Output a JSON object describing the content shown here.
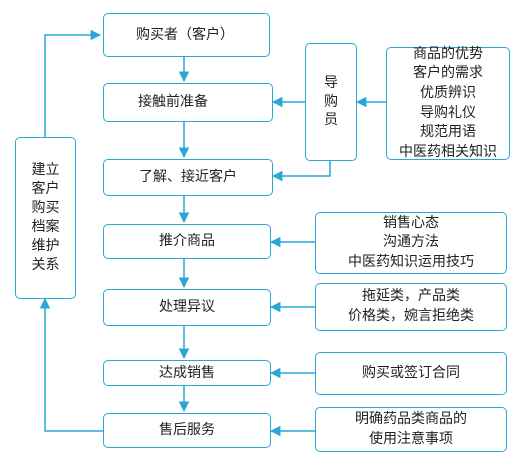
{
  "flow_steps": [
    {
      "id": "buyer",
      "label": "购买者（客户）"
    },
    {
      "id": "prep",
      "label": "接触前准备"
    },
    {
      "id": "approach",
      "label": "了解、接近客户"
    },
    {
      "id": "recommend",
      "label": "推介商品"
    },
    {
      "id": "objection",
      "label": "处理异议"
    },
    {
      "id": "close",
      "label": "达成销售"
    },
    {
      "id": "aftersale",
      "label": "售后服务"
    }
  ],
  "guide": {
    "chars": [
      "导",
      "购",
      "员"
    ]
  },
  "left_loop": {
    "chars": [
      "建立",
      "客户",
      "购买",
      "档案",
      "维护",
      "关系"
    ]
  },
  "guide_skills": {
    "lines": [
      "商品的优势",
      "客户的需求",
      "优质辨识",
      "导购礼仪",
      "规范用语",
      "中医药相关知识"
    ]
  },
  "recommend_info": {
    "lines": [
      "销售心态",
      "沟通方法",
      "中医药知识运用技巧"
    ]
  },
  "objection_info": {
    "lines": [
      "拖延类，产品类",
      "价格类，婉言拒绝类"
    ]
  },
  "close_info": {
    "lines": [
      "购买或签订合同"
    ]
  },
  "aftersale_info": {
    "lines": [
      "明确药品类商品的",
      "使用注意事项"
    ]
  },
  "colors": {
    "accent": "#2aa7d6",
    "text": "#222222"
  }
}
